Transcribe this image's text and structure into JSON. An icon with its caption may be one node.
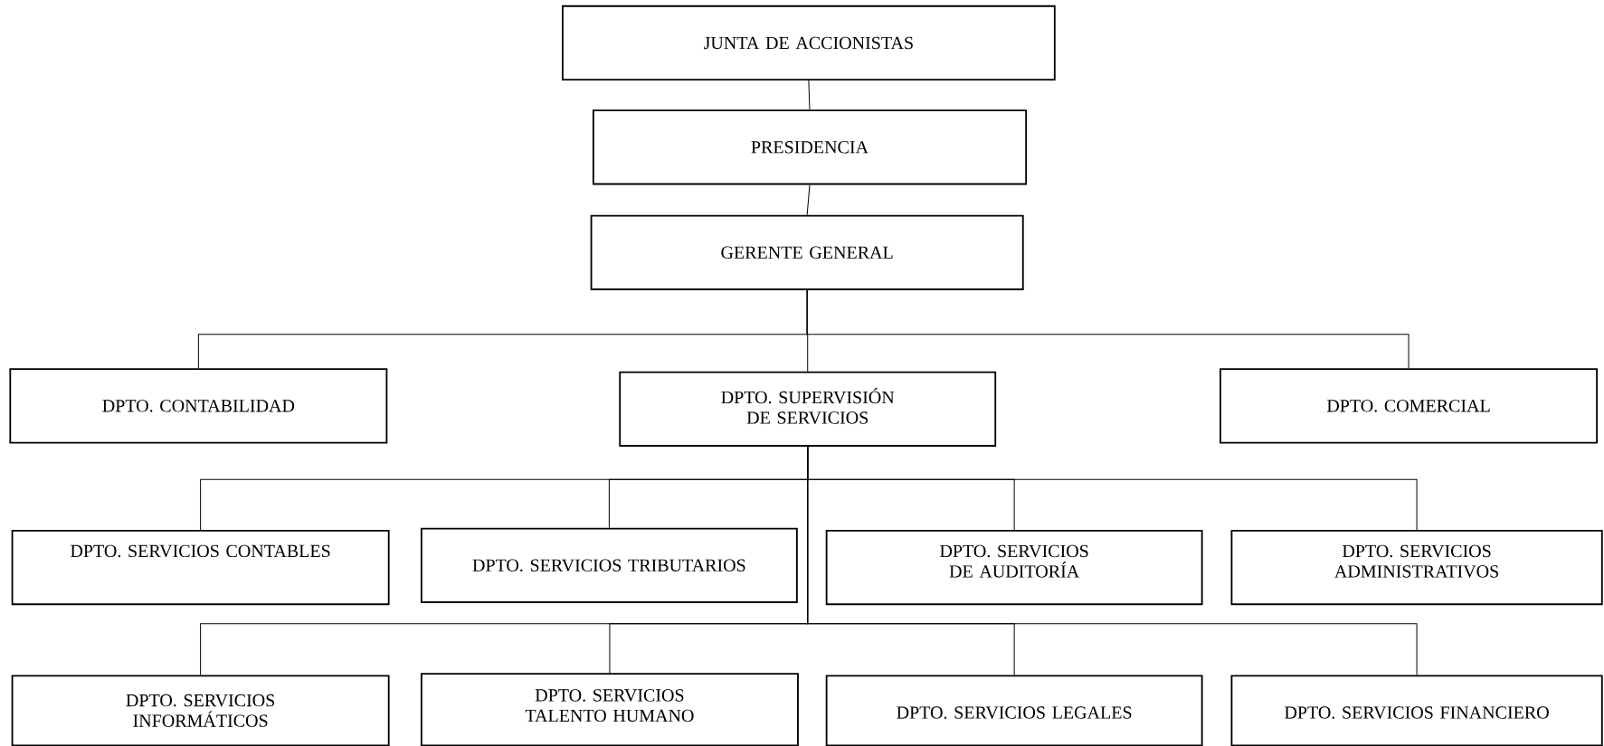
{
  "diagram": {
    "nodes": [
      {
        "text": [
          "JUNTA DE ACCIONISTAS"
        ]
      },
      {
        "text": [
          "PRESIDENCIA"
        ]
      },
      {
        "text": [
          "GERENTE GENERAL"
        ]
      },
      {
        "text": [
          "DPTO. CONTABILIDAD"
        ]
      },
      {
        "text": [
          "DPTO. SUPERVISIÓN DE SERVICIOS"
        ]
      },
      {
        "text": [
          "DPTO. COMERCIAL"
        ]
      },
      {
        "text": [
          "DPTO. SERVICIOS CONTABLES"
        ]
      },
      {
        "text": [
          "DPTO. SERVICIOS TRIBUTARIOS"
        ]
      },
      {
        "text": [
          "DPTO. SERVICIOS DE AUDITORÍA"
        ]
      },
      {
        "text": [
          "DPTO. SERVICIOS ADMINISTRATIVOS"
        ]
      },
      {
        "text": [
          "DPTO. SERVICIOS INFORMÁTICOS"
        ]
      },
      {
        "text": [
          "DPTO. SERVICIOS TALENTO HUMANO"
        ]
      },
      {
        "text": [
          "DPTO. SERVICIOS LEGALES"
        ]
      },
      {
        "text": [
          "DPTO. SERVICIOS FINANCIERO"
        ]
      }
    ],
    "edges": [
      {
        "from": 0,
        "to": 1,
        "arrow": "none"
      },
      {
        "from": 1,
        "to": 2,
        "arrow": "none"
      },
      {
        "from": 2,
        "to": 3,
        "arrow": "none"
      },
      {
        "from": 2,
        "to": 4,
        "arrow": "none"
      },
      {
        "from": 2,
        "to": 5,
        "arrow": "none"
      },
      {
        "from": 4,
        "to": 6,
        "arrow": "none"
      },
      {
        "from": 4,
        "to": 7,
        "arrow": "none"
      },
      {
        "from": 4,
        "to": 8,
        "arrow": "none"
      },
      {
        "from": 4,
        "to": 9,
        "arrow": "none"
      },
      {
        "from": 4,
        "to": 10,
        "arrow": "none"
      },
      {
        "from": 4,
        "to": 11,
        "arrow": "none"
      },
      {
        "from": 4,
        "to": 12,
        "arrow": "none"
      },
      {
        "from": 4,
        "to": 13,
        "arrow": "none"
      }
    ]
  }
}
